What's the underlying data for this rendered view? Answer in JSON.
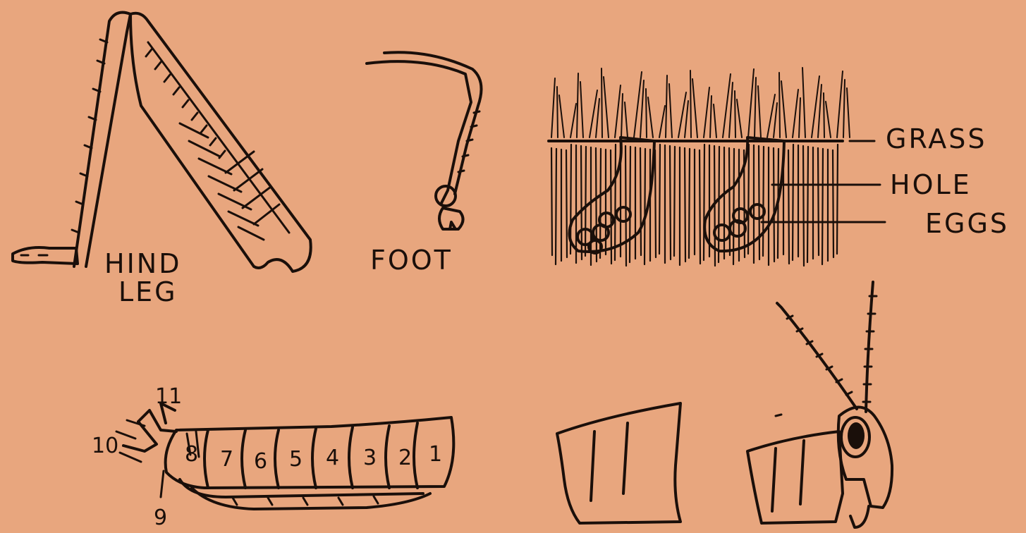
{
  "background": "#E8A67E",
  "ink": "#1a0f0a",
  "labels": {
    "hind": "HIND",
    "leg": "LEG",
    "foot": "FOOT",
    "grass": "GRASS",
    "hole": "HOLE",
    "eggs": "EGGS"
  },
  "segment_numbers": {
    "n1": "1",
    "n2": "2",
    "n3": "3",
    "n4": "4",
    "n5": "5",
    "n6": "6",
    "n7": "7",
    "n8": "8",
    "n9": "9",
    "n10": "10",
    "n11": "11"
  }
}
